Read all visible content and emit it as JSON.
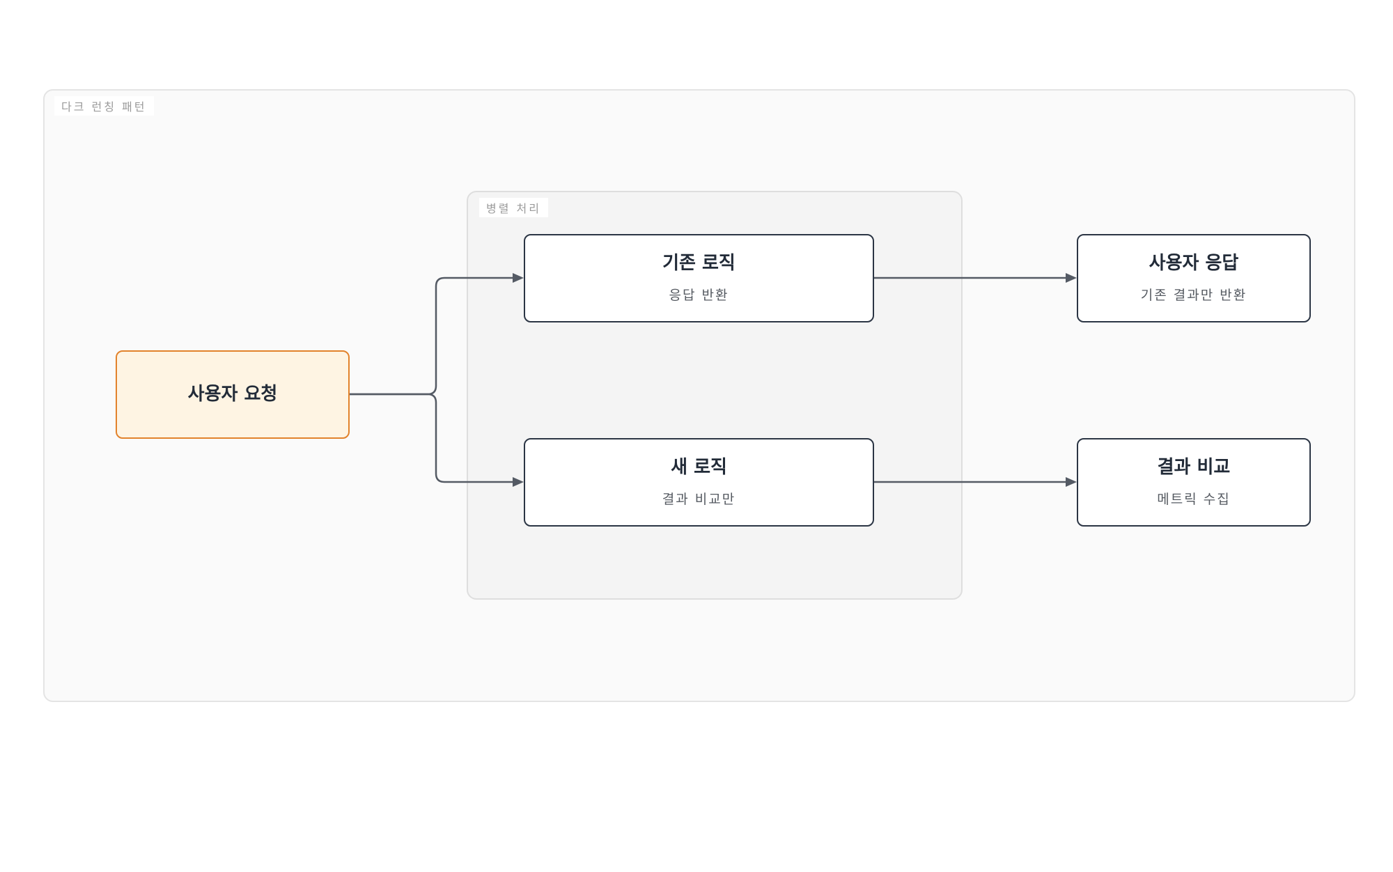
{
  "groups": {
    "outer_label": "다크 런칭 패턴",
    "inner_label": "병렬 처리"
  },
  "nodes": {
    "user_request": {
      "title": "사용자 요청"
    },
    "legacy_logic": {
      "title": "기존 로직",
      "subtitle": "응답 반환"
    },
    "new_logic": {
      "title": "새 로직",
      "subtitle": "결과 비교만"
    },
    "user_response": {
      "title": "사용자 응답",
      "subtitle": "기존 결과만 반환"
    },
    "compare_results": {
      "title": "결과 비교",
      "subtitle": "메트릭 수집"
    }
  },
  "colors": {
    "edge": "#545a64",
    "node_border": "#2b3544",
    "start_fill": "#fef4e3",
    "start_border": "#e2822b"
  }
}
